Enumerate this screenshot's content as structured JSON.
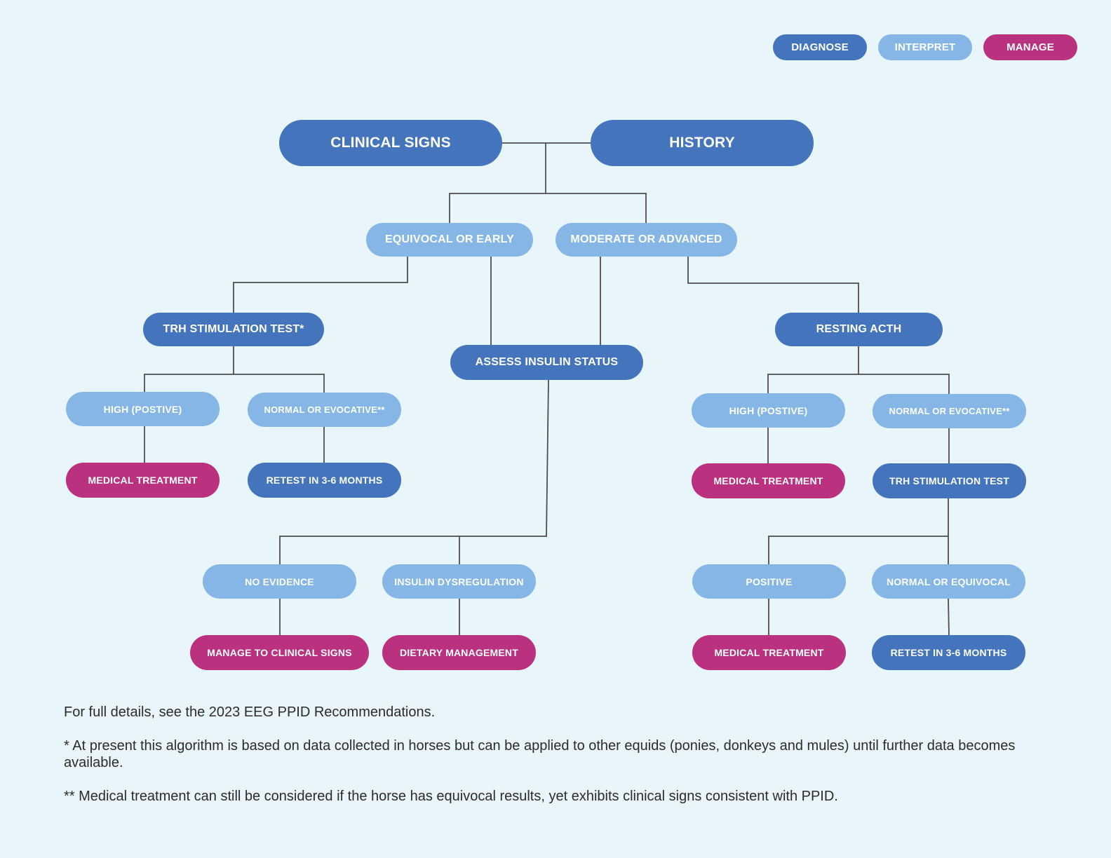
{
  "legend": {
    "diagnose": "DIAGNOSE",
    "interpret": "INTERPRET",
    "manage": "MANAGE"
  },
  "colors": {
    "diagnose": "#4474bb",
    "interpret": "#86b6e5",
    "manage": "#ba327f",
    "background": "#e8f6fc",
    "connector": "#4a4e52"
  },
  "nodes": {
    "clinical_signs": "CLINICAL SIGNS",
    "history": "HISTORY",
    "equivocal_or_early": "EQUIVOCAL OR EARLY",
    "moderate_or_advanced": "MODERATE OR ADVANCED",
    "trh_stimulation_test_star": "TRH STIMULATION TEST*",
    "assess_insulin_status": "ASSESS INSULIN STATUS",
    "resting_acth": "RESTING ACTH",
    "left_high_positive": "HIGH (POSTIVE)",
    "left_normal_or_evocative": "NORMAL OR EVOCATIVE**",
    "left_medical_treatment": "MEDICAL TREATMENT",
    "left_retest": "RETEST IN 3-6 MONTHS",
    "right_high_positive": "HIGH (POSTIVE)",
    "right_normal_or_evocative": "NORMAL OR EVOCATIVE**",
    "right_medical_treatment": "MEDICAL TREATMENT",
    "right_trh_stimulation_test": "TRH STIMULATION TEST",
    "no_evidence": "NO EVIDENCE",
    "insulin_dysregulation": "INSULIN DYSREGULATION",
    "manage_to_clinical_signs": "MANAGE TO CLINICAL SIGNS",
    "dietary_management": "DIETARY MANAGEMENT",
    "positive": "POSITIVE",
    "normal_or_equivocal": "NORMAL OR EQUIVOCAL",
    "bottom_medical_treatment": "MEDICAL TREATMENT",
    "bottom_retest": "RETEST IN 3-6 MONTHS"
  },
  "notes": {
    "full_details": "For full details, see the 2023 EEG PPID Recommendations.",
    "footnote_1": "* At present this algorithm is based on data collected in horses but can be applied to other equids (ponies, donkeys and mules) until further data becomes available.",
    "footnote_2": "** Medical treatment can still be considered if the horse has equivocal results, yet exhibits clinical signs consistent with PPID."
  }
}
